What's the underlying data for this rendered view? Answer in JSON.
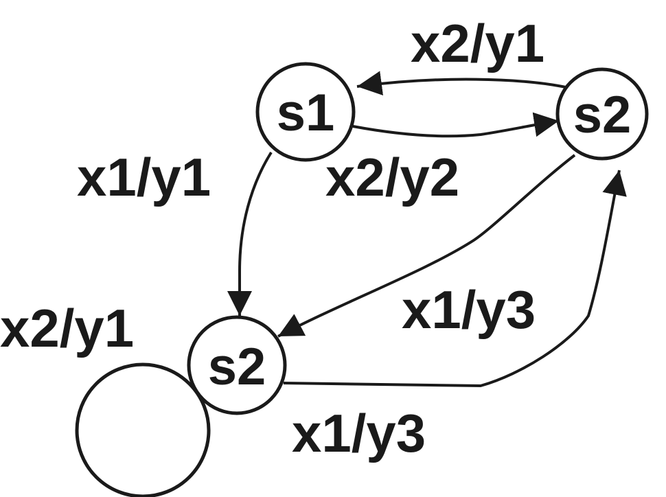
{
  "diagram": {
    "states": {
      "top_left": "s1",
      "top_right": "s2",
      "bottom": "s2"
    },
    "transitions": {
      "right_to_left_top": "x2/y1",
      "left_to_right_top": "x2/y2",
      "top_left_to_bottom": "x1/y1",
      "top_right_to_bottom": "x1/y3",
      "bottom_to_top_right": "x1/y3",
      "bottom_self_loop": "x2/y1"
    },
    "colors": {
      "stroke": "#1a1a1a",
      "background": "#ffffff"
    }
  }
}
